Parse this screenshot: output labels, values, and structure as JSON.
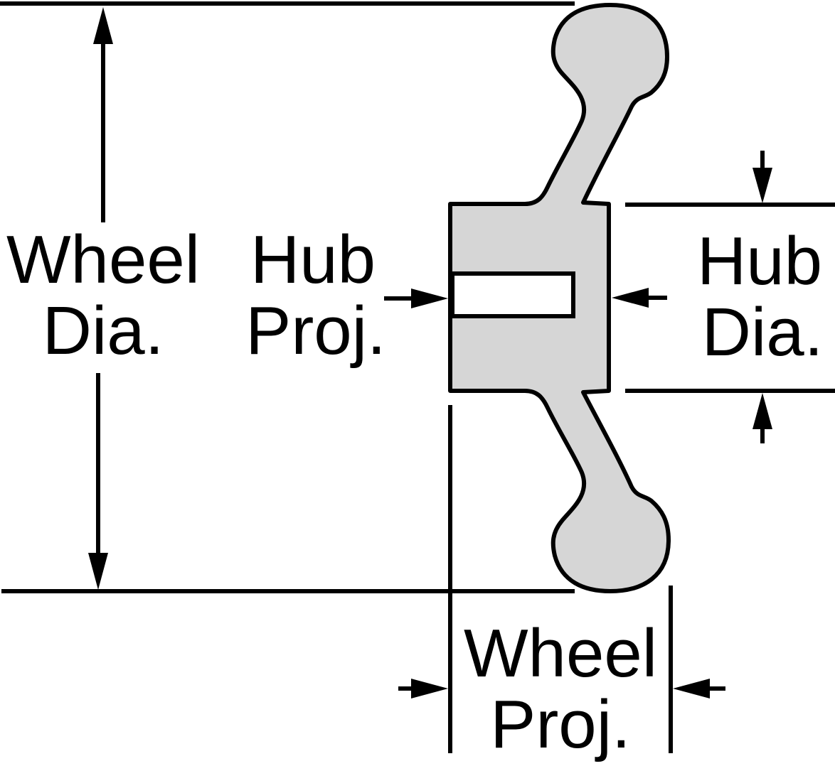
{
  "labels": {
    "wheel_dia": {
      "line1": "Wheel",
      "line2": "Dia."
    },
    "hub_proj": {
      "line1": "Hub",
      "line2": "Proj."
    },
    "hub_dia": {
      "line1": "Hub",
      "line2": "Dia."
    },
    "wheel_proj": {
      "line1": "Wheel",
      "line2": "Proj."
    }
  },
  "colors": {
    "stroke": "#000000",
    "wheel_fill": "#d6d6d6",
    "bore_fill": "#ffffff",
    "background": "#ffffff"
  }
}
